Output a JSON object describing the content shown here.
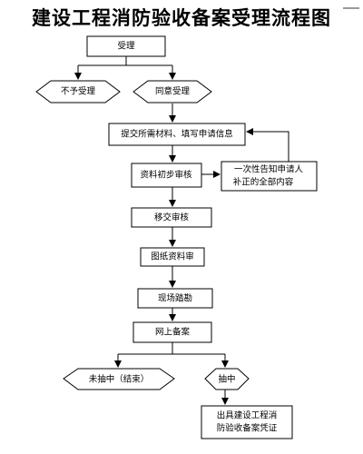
{
  "title": "建设工程消防验收备案受理流程图",
  "nodes": {
    "accept": "受理",
    "reject": "不予受理",
    "agree": "同意受理",
    "submit": "提交所需材料、填写申请信息",
    "precheck": "资料初步审核",
    "notify_line1": "一次性告知申请人",
    "notify_line2": "补正的全部内容",
    "submit_review": "移交审核",
    "drawing_review": "图纸资料审",
    "site_survey": "现场踏勘",
    "online_filing": "网上备案",
    "not_sampled": "未抽中（结束）",
    "sampled": "抽中",
    "certificate_line1": "出具建设工程消",
    "certificate_line2": "防验收备案凭证"
  }
}
